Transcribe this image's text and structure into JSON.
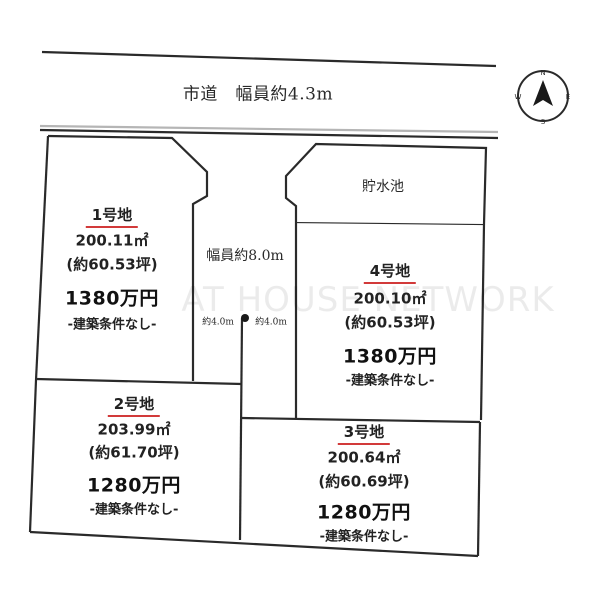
{
  "road": {
    "label": "市道　幅員約4.3m"
  },
  "private_road": {
    "width_label": "幅員約8.0m",
    "left_half": "約4.0m",
    "right_half": "約4.0m"
  },
  "reservoir": {
    "label": "貯水池"
  },
  "watermark": "AT HOUSE NETWORK",
  "compass": {
    "north": "N",
    "south": "S",
    "east": "E",
    "west": "W"
  },
  "lots": [
    {
      "name": "1号地",
      "area": "200.11",
      "area_unit": "㎡",
      "tsubo": "(約60.53坪)",
      "price": "1380万円",
      "condition": "-建築条件なし-"
    },
    {
      "name": "2号地",
      "area": "203.99",
      "area_unit": "㎡",
      "tsubo": "(約61.70坪)",
      "price": "1280万円",
      "condition": "-建築条件なし-"
    },
    {
      "name": "3号地",
      "area": "200.64",
      "area_unit": "㎡",
      "tsubo": "(約60.69坪)",
      "price": "1280万円",
      "condition": "-建築条件なし-"
    },
    {
      "name": "4号地",
      "area": "200.10",
      "area_unit": "㎡",
      "tsubo": "(約60.53坪)",
      "price": "1380万円",
      "condition": "-建築条件なし-"
    }
  ],
  "colors": {
    "line": "#2a2a2a",
    "underline": "#d23a3a",
    "road_edge": "#b5b5b5"
  }
}
